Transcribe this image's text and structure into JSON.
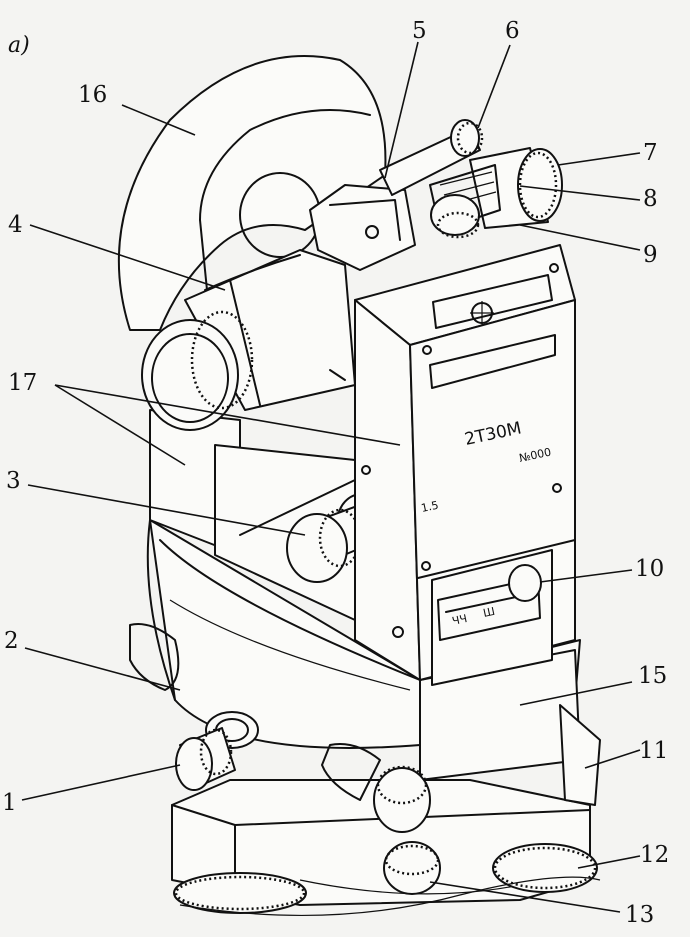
{
  "figure": {
    "subfigure_label": "a)",
    "model_marking": "2Т30М",
    "serial_marking": "№000",
    "scale_marking": "1.5",
    "level_marks": [
      "ЧЧ",
      "Ш"
    ]
  },
  "labels": [
    "1",
    "2",
    "3",
    "4",
    "5",
    "6",
    "7",
    "8",
    "9",
    "10",
    "11",
    "12",
    "13",
    "15",
    "16",
    "17"
  ]
}
